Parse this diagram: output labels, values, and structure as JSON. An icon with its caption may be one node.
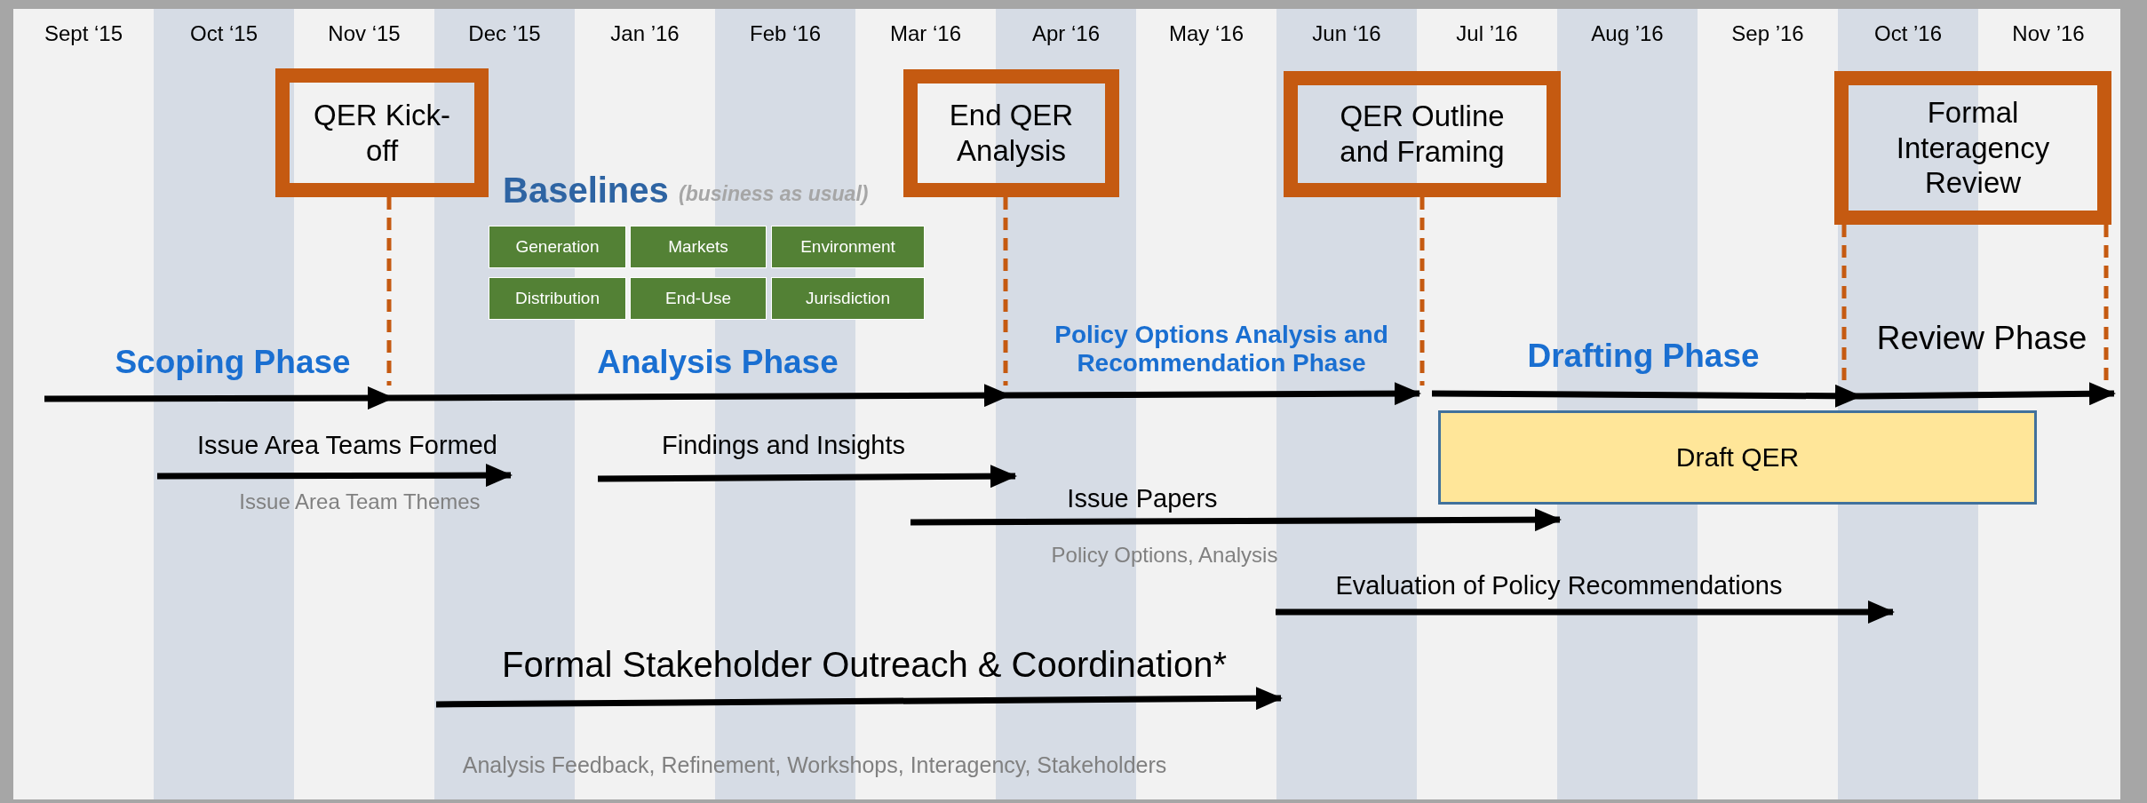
{
  "diagram": {
    "nodes": [
      {
        "text": [
          "QER Kick-off"
        ]
      },
      {
        "text": [
          "End QER Analysis"
        ]
      },
      {
        "text": [
          "QER Outline and Framing"
        ]
      },
      {
        "text": [
          "Formal Interagency Review"
        ]
      },
      {
        "text": [
          "Generation"
        ]
      },
      {
        "text": [
          "Markets"
        ]
      },
      {
        "text": [
          "Environment"
        ]
      },
      {
        "text": [
          "Distribution"
        ]
      },
      {
        "text": [
          "End-Use"
        ]
      },
      {
        "text": [
          "Jurisdiction"
        ]
      },
      {
        "text": [
          "Draft QER"
        ]
      },
      {
        "text": [],
        "shape": "arrow"
      }
    ],
    "edges": [
      {
        "from": 0,
        "to": 11,
        "arrow": "none",
        "style": "dashed"
      },
      {
        "from": 1,
        "to": 11,
        "arrow": "none",
        "style": "dashed"
      },
      {
        "from": 2,
        "to": 11,
        "arrow": "none",
        "style": "dashed"
      },
      {
        "from": 3,
        "to": 11,
        "arrow": "none",
        "style": "dashed"
      },
      {
        "from": 3,
        "to": 11,
        "arrow": "none",
        "style": "dashed"
      }
    ],
    "labels": [
      "Sept ‘15",
      "Oct ‘15",
      "Nov ‘15",
      "Dec ’15",
      "Jan ’16",
      "Feb ‘16",
      "Mar ‘16",
      "Apr ‘16",
      "May ‘16",
      "Jun ‘16",
      "Jul ’16",
      "Aug ’16",
      "Sep ’16",
      "Oct ’16",
      "Nov ’16",
      "Baselines",
      "(business as usual)",
      "Scoping Phase",
      "Analysis Phase",
      "Policy Options Analysis and Recommendation Phase",
      "Drafting Phase",
      "Review Phase",
      "Issue Area Teams Formed",
      "Findings and Insights",
      "Issue Area Team Themes",
      "Issue Papers",
      "Policy Options, Analysis",
      "Evaluation of Policy Recommendations",
      "Formal Stakeholder Outreach & Coordination*",
      "Analysis Feedback, Refinement, Workshops, Interagency, Stakeholders"
    ]
  }
}
